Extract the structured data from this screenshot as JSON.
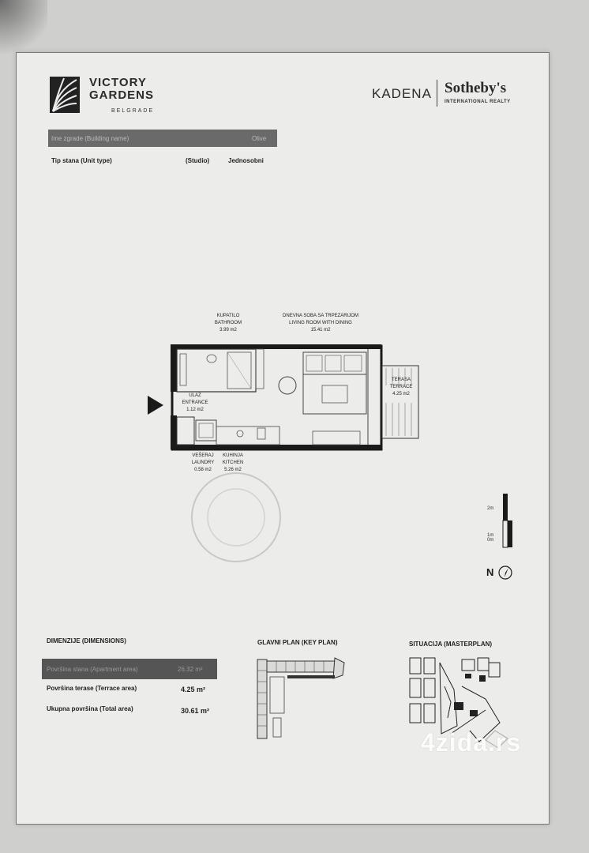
{
  "header": {
    "brand_line1": "VICTORY",
    "brand_line2": "GARDENS",
    "brand_city": "BELGRADE",
    "partner_name": "KADENA",
    "partner_brand": "Sotheby's",
    "partner_sub": "INTERNATIONAL REALTY"
  },
  "unit": {
    "building_label": "Ime zgrade (Building name)",
    "building_value": "Olive",
    "type_label": "Tip stana (Unit type)",
    "type_value_en": "(Studio)",
    "type_value_sr": "Jednosobni"
  },
  "rooms": {
    "bathroom": {
      "sr": "KUPATILO",
      "en": "BATHROOM",
      "area": "3.99 m2"
    },
    "living": {
      "sr": "DNEVNA SOBA SA TRPEZARIJOM",
      "en": "LIVING ROOM WITH DINING",
      "area": "15.41 m2"
    },
    "entrance": {
      "sr": "ULAZ",
      "en": "ENTRANCE",
      "area": "1.12 m2"
    },
    "terrace": {
      "sr": "TERASA",
      "en": "TERRACE",
      "area": "4.25 m2"
    },
    "laundry": {
      "sr": "VEŠERAJ",
      "en": "LAUNDRY",
      "area": "0.58 m2"
    },
    "kitchen": {
      "sr": "KUHINJA",
      "en": "KITCHEN",
      "area": "5.26 m2"
    }
  },
  "scale": {
    "labels": [
      "2m",
      "1m",
      "0m"
    ],
    "north": "N"
  },
  "dimensions": {
    "heading": "DIMENZIJE (DIMENSIONS)",
    "apartment_label": "Površina stana (Apartment area)",
    "apartment_value": "26.32 m²",
    "terrace_label": "Površina terase (Terrace area)",
    "terrace_value": "4.25 m²",
    "total_label": "Ukupna površina (Total area)",
    "total_value": "30.61 m²"
  },
  "plans": {
    "key_plan": "GLAVNI PLAN (KEY PLAN)",
    "masterplan": "SITUACIJA (MASTERPLAN)"
  },
  "watermark": "4zida.rs"
}
